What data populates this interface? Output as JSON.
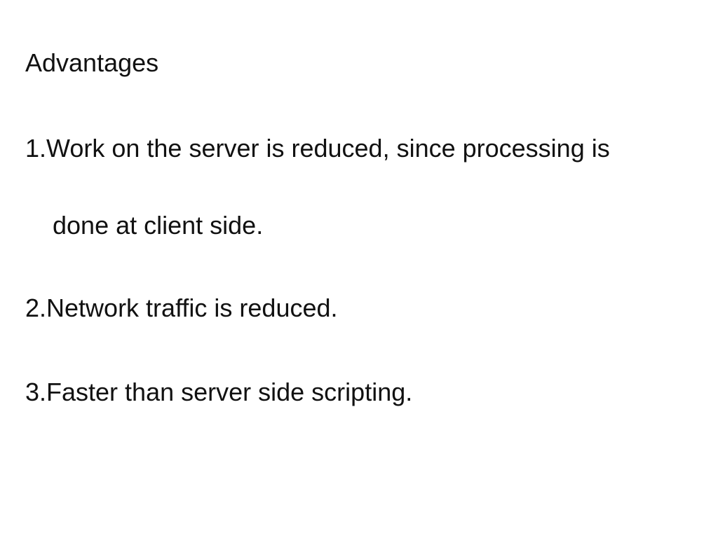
{
  "slide": {
    "heading": "Advantages",
    "items": [
      {
        "line1": "1.Work on the server is reduced, since processing is",
        "line2": "done at client side."
      },
      {
        "line1": "2.Network traffic is reduced."
      },
      {
        "line1": "3.Faster than server side scripting."
      }
    ]
  }
}
